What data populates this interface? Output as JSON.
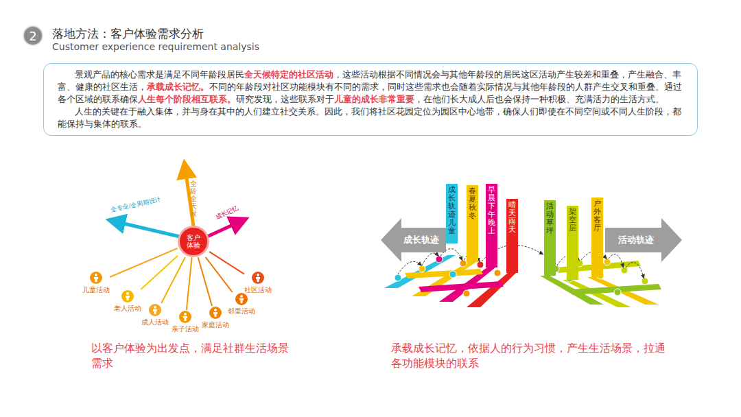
{
  "diagram": {
    "title": "落地方法：客户体验需求分析",
    "nodes": [
      {
        "text": [
          "2"
        ]
      },
      {
        "text": [
          "景观产品的核心需求是满足不同年龄段居民全天候特定的社区活动，这些活动根据不同情况会与其他年龄段的居民这区活动产生较差和重叠，产生融合、丰富、健康的社区生活，承载成长记忆。不同的年龄段对社区功能模块有不同的需求，同时这些需求也会随着实际情况与其他年龄段的人群产生交叉和重叠。通过各个区域的联系确保人生每个阶段相互联系。研究发现，这些联系对于儿童的成长非常重要，在他们长大成人后也会保持一种积极、充满活力的生活方式。",
          "人生的关键在于融入集体，并与身在其中的人们建立社交关系。因此，我们将社区花园定位为园区中心地带，确保人们即使在不同空间或不同人生阶段，都能保持与集体的联系。"
        ]
      },
      {
        "text": [
          "客户体验"
        ]
      },
      {
        "text": [
          "儿童活动"
        ]
      },
      {
        "text": [
          "老人活动"
        ]
      },
      {
        "text": [
          "成人活动"
        ]
      },
      {
        "text": [
          "亲子活动"
        ]
      },
      {
        "text": [
          "家庭活动"
        ]
      },
      {
        "text": [
          "邻里活动"
        ]
      },
      {
        "text": [
          "社区活动"
        ]
      },
      {
        "text": [
          "成长轨迹"
        ]
      },
      {
        "text": [
          "活动轨迹"
        ]
      },
      {
        "text": [
          "成长轨迹儿童"
        ]
      },
      {
        "text": [
          "春夏秋冬"
        ]
      },
      {
        "text": [
          "早晨下午晚上"
        ]
      },
      {
        "text": [
          "晴天雨天"
        ]
      },
      {
        "text": [
          "活动草坪"
        ]
      },
      {
        "text": [
          "架空层"
        ]
      },
      {
        "text": [
          "户外客厅"
        ]
      }
    ],
    "edges": [
      {
        "from": 2,
        "to": 3,
        "arrow": "none"
      },
      {
        "from": 2,
        "to": 4,
        "arrow": "none"
      },
      {
        "from": 2,
        "to": 5,
        "arrow": "none"
      },
      {
        "from": 2,
        "to": 6,
        "arrow": "none"
      },
      {
        "from": 2,
        "to": 7,
        "arrow": "none"
      },
      {
        "from": 2,
        "to": 8,
        "arrow": "none"
      },
      {
        "from": 2,
        "to": 9,
        "arrow": "none"
      }
    ],
    "labels": [
      "Customer experience requirement analysis",
      "全龄全天候",
      "全专业/全周期设计",
      "成长记忆",
      "以客户体验为出发点，满足社群生活场景需求",
      "承载成长记忆，依据人的行为习惯，产生生活场景，拉通各功能模块的联系"
    ]
  }
}
